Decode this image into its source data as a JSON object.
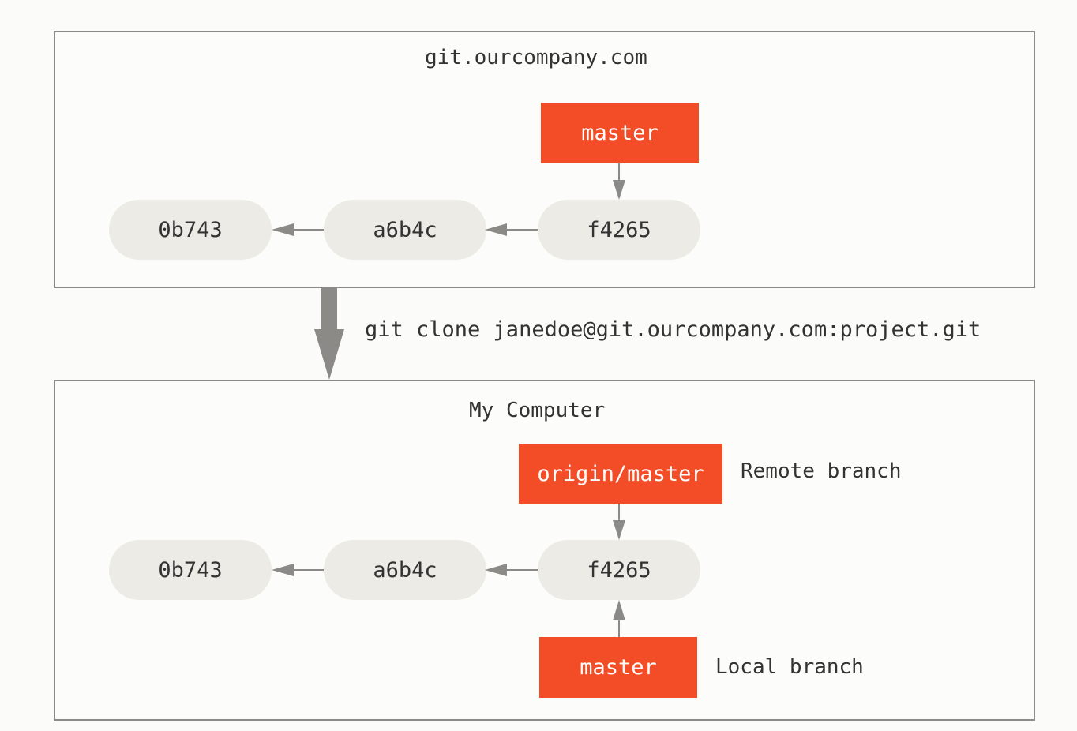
{
  "colors": {
    "branch": "#f34d27",
    "commit": "#ecebe6",
    "arrow": "#8c8a86",
    "border": "#8c8a86"
  },
  "remote": {
    "title": "git.ourcompany.com",
    "branch": "master",
    "commits": [
      "0b743",
      "a6b4c",
      "f4265"
    ]
  },
  "clone_command": "git clone janedoe@git.ourcompany.com:project.git",
  "local": {
    "title": "My Computer",
    "remote_branch": "origin/master",
    "remote_branch_note": "Remote branch",
    "local_branch": "master",
    "local_branch_note": "Local branch",
    "commits": [
      "0b743",
      "a6b4c",
      "f4265"
    ]
  }
}
